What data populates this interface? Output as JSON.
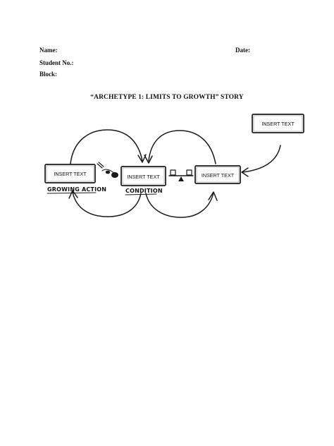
{
  "header": {
    "name_label": "Name:",
    "date_label": "Date:",
    "student_label": "Student No.:",
    "block_label": "Block:"
  },
  "title": "“ARCHETYPE 1: LIMITS TO GROWTH” STORY",
  "diagram": {
    "boxes": [
      {
        "id": "growing-action",
        "text": "INSERT TEXT"
      },
      {
        "id": "condition",
        "text": "INSERT TEXT"
      },
      {
        "id": "limiting-action",
        "text": "INSERT TEXT"
      },
      {
        "id": "constraint",
        "text": "INSERT TEXT"
      }
    ],
    "labels": {
      "growing_action": "GROWING ACTION",
      "condition": "CONDITION"
    },
    "icons": [
      "snowball-icon",
      "balance-scale-icon"
    ]
  }
}
